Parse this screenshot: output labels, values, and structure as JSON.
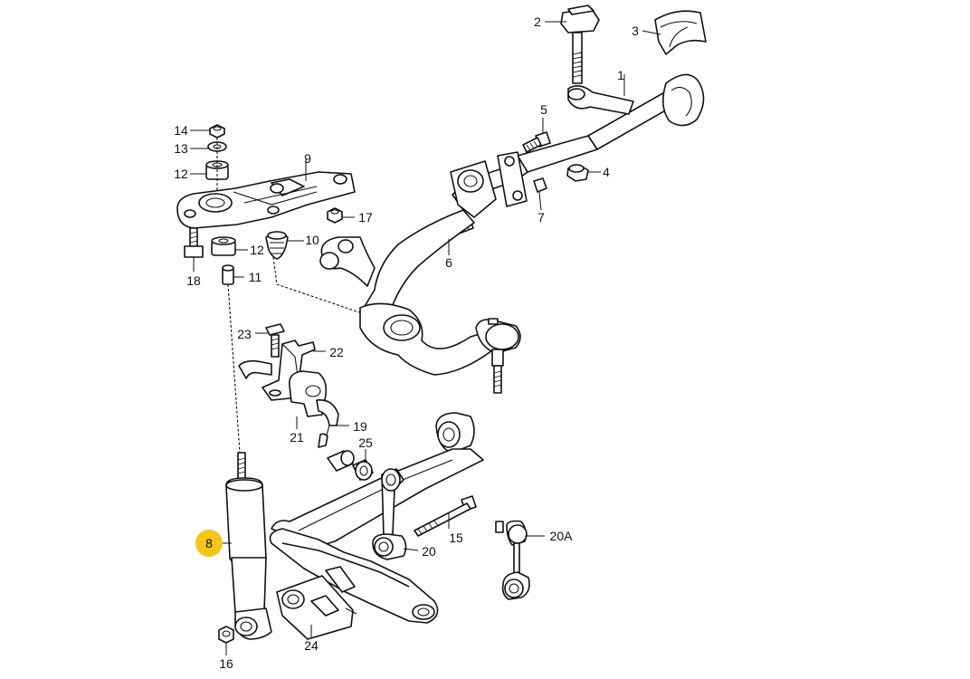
{
  "highlight_color": "#f5c518",
  "labels": {
    "l1": "1",
    "l2": "2",
    "l3": "3",
    "l4": "4",
    "l5": "5",
    "l6": "6",
    "l7": "7",
    "l8": "8",
    "l9": "9",
    "l10": "10",
    "l11": "11",
    "l12a": "12",
    "l12b": "12",
    "l13": "13",
    "l14": "14",
    "l15": "15",
    "l16": "16",
    "l17": "17",
    "l18": "18",
    "l19": "19",
    "l20": "20",
    "l20a": "20A",
    "l21": "21",
    "l22": "22",
    "l23": "23",
    "l24": "24",
    "l25": "25"
  }
}
